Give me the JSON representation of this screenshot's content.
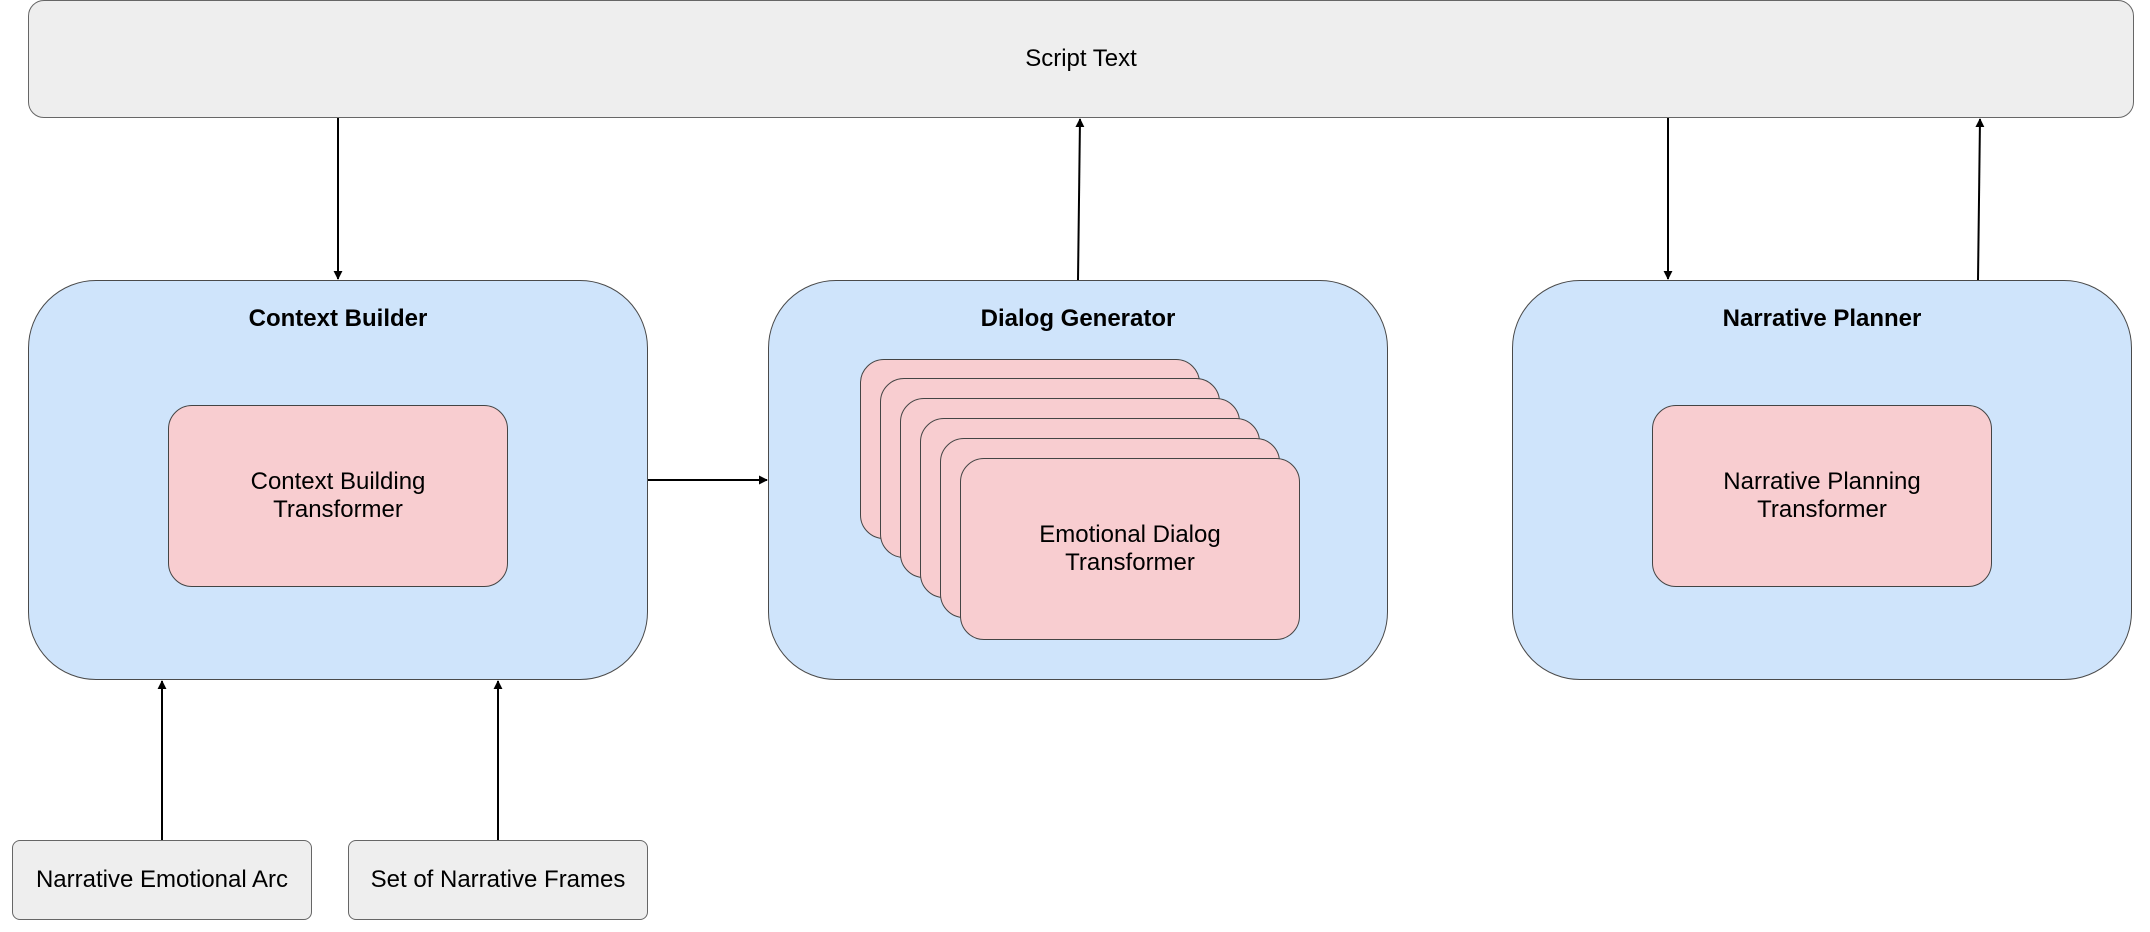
{
  "nodes": {
    "script_text": "Script Text",
    "context_builder": {
      "title": "Context Builder",
      "inner": "Context Building Transformer"
    },
    "dialog_generator": {
      "title": "Dialog Generator",
      "inner": "Emotional Dialog Transformer"
    },
    "narrative_planner": {
      "title": "Narrative Planner",
      "inner": "Narrative Planning Transformer"
    },
    "narrative_emotional_arc": "Narrative Emotional Arc",
    "set_of_narrative_frames": "Set of Narrative Frames"
  },
  "colors": {
    "input_fill": "#eeeeee",
    "module_fill": "#cfe4fb",
    "transformer_fill": "#f8cdd0",
    "edge": "#000000"
  }
}
